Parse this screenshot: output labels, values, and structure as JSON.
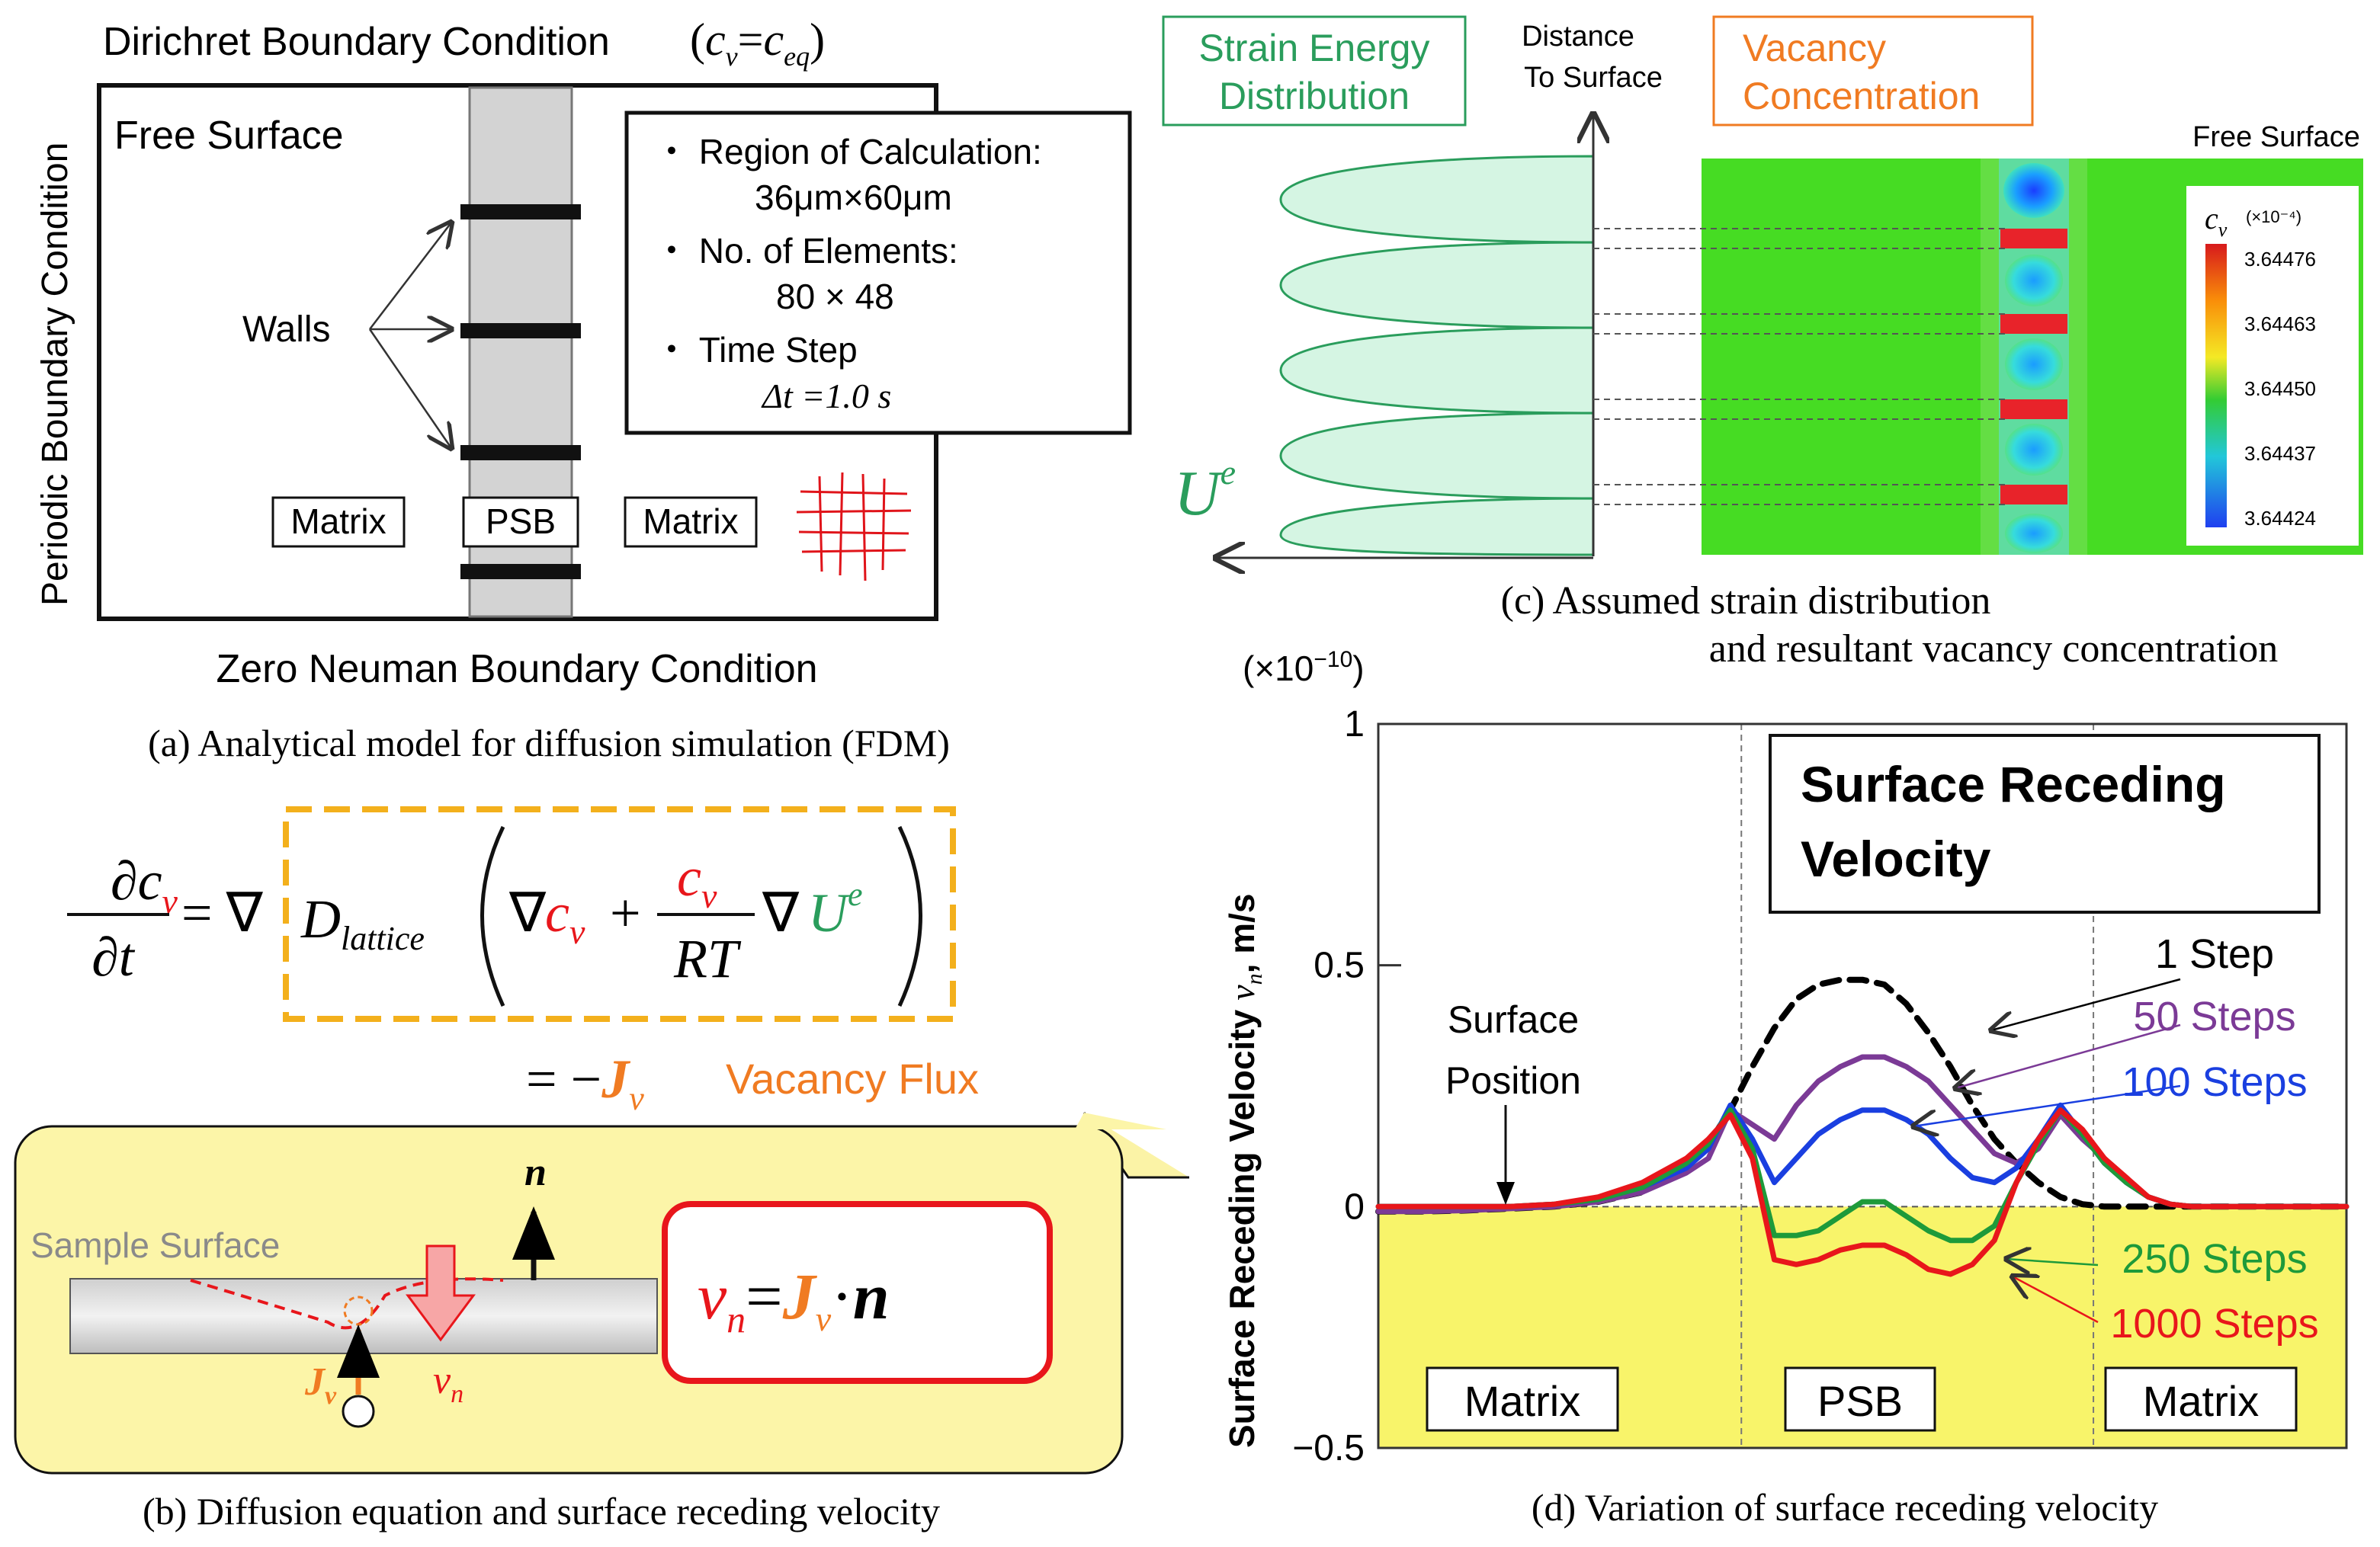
{
  "panel_a": {
    "top_label": "Dirichret Boundary Condition",
    "top_eq_cv": "c",
    "top_eq_cv_sub": "v",
    "top_eq_eq": "=",
    "top_eq_ceq": "c",
    "top_eq_ceq_sub": "eq",
    "left_label": "Periodic Boundary Condition",
    "bottom_label": "Zero Neuman Boundary Condition",
    "free_surface": "Free Surface",
    "walls": "Walls",
    "matrix_left": "Matrix",
    "psb": "PSB",
    "matrix_right": "Matrix",
    "info": [
      "・ Region of Calculation:",
      "36μm×60μm",
      "・ No. of Elements:",
      "80 × 48",
      "・ Time Step",
      "Δt =1.0 s"
    ],
    "caption": "(a) Analytical model for diffusion simulation (FDM)"
  },
  "panel_b": {
    "eq_lhs_num": "∂c",
    "eq_lhs_num_sub": "v",
    "eq_lhs_den": "∂t",
    "eq_equals": "= ∇",
    "eq_d": "D",
    "eq_d_sub": "lattice",
    "eq_grad": "∇",
    "eq_cv": "c",
    "eq_cv_sub": "v",
    "eq_plus": "+",
    "eq_frac_num": "c",
    "eq_frac_num_sub": "v",
    "eq_frac_den": "RT",
    "eq_grad2": "∇",
    "eq_ue": "U",
    "eq_ue_sup": "e",
    "eq_flux_lhs": "= −",
    "eq_flux_j": "J",
    "eq_flux_j_sub": "v",
    "vacancy_flux": "Vacancy Flux",
    "n_label": "n",
    "sample_surface": "Sample Surface",
    "jv_label": "J",
    "jv_sub": "v",
    "vn_label": "v",
    "vn_sub": "n",
    "box_vn": "v",
    "box_vn_sub": "n",
    "box_eq": "=",
    "box_j": "J",
    "box_j_sub": "v",
    "box_dot": "·",
    "box_n": "n",
    "caption": "(b) Diffusion equation and surface receding velocity"
  },
  "panel_c": {
    "strain_energy": [
      "Strain Energy",
      "Distribution"
    ],
    "distance": [
      "Distance",
      "To Surface"
    ],
    "vacancy": [
      "Vacancy",
      "Concentration"
    ],
    "free_surface": "Free Surface",
    "ue": "U",
    "ue_sup": "e",
    "colorbar_title": "c",
    "colorbar_title_sub": "v",
    "colorbar_unit": "(×10⁻⁴)",
    "colorbar_ticks": [
      "3.64476",
      "3.64463",
      "3.64450",
      "3.64437",
      "3.64424"
    ],
    "colors": {
      "strain_fill": "#d5f5e3",
      "strain_line": "#2a9d5c",
      "field": "#44dd22",
      "label_green": "#2a9d5c",
      "label_orange": "#f07b22"
    },
    "caption": [
      "(c) Assumed strain distribution",
      "and resultant vacancy concentration"
    ]
  },
  "panel_d": {
    "multiplier": "(×10",
    "multiplier_exp": "−10",
    "multiplier_close": ")",
    "ylabel": "Surface Receding Velocity",
    "ylabel_v": "v",
    "ylabel_sub": "n",
    "ylabel_unit": ", m/s",
    "title": [
      "Surface Receding",
      "Velocity"
    ],
    "surface_position": [
      "Surface",
      "Position"
    ],
    "regions": [
      "Matrix",
      "PSB",
      "Matrix"
    ],
    "caption": "(d) Variation of surface receding velocity"
  },
  "chart_data": {
    "type": "line",
    "ylim": [
      -0.5,
      1
    ],
    "yticks": [
      "1",
      "0.5",
      "0",
      "−0.5"
    ],
    "region_boundaries": [
      16.5,
      32.5
    ],
    "xlim": [
      0,
      44
    ],
    "x": [
      0,
      2,
      4,
      6,
      8,
      10,
      12,
      14,
      15,
      16,
      17,
      18,
      19,
      20,
      21,
      22,
      23,
      24,
      25,
      26,
      27,
      28,
      29,
      30,
      31,
      32,
      33,
      34,
      35,
      36,
      37,
      38,
      40,
      42,
      44
    ],
    "series": [
      {
        "name": "1 Step",
        "color": "#000000",
        "dash": true,
        "values": [
          -0.01,
          -0.01,
          -0.008,
          -0.004,
          0.0,
          0.01,
          0.03,
          0.08,
          0.13,
          0.2,
          0.29,
          0.37,
          0.43,
          0.46,
          0.47,
          0.47,
          0.46,
          0.42,
          0.36,
          0.29,
          0.21,
          0.14,
          0.09,
          0.05,
          0.02,
          0.005,
          0.0,
          0.0,
          0.0,
          0.0,
          0.0,
          0.0,
          0.0,
          0.0,
          0.0
        ]
      },
      {
        "name": "50 Steps",
        "color": "#7b3a96",
        "dash": false,
        "values": [
          -0.01,
          -0.01,
          -0.008,
          -0.004,
          0.0,
          0.01,
          0.03,
          0.07,
          0.1,
          0.2,
          0.17,
          0.14,
          0.21,
          0.26,
          0.29,
          0.31,
          0.31,
          0.29,
          0.26,
          0.21,
          0.16,
          0.11,
          0.09,
          0.12,
          0.19,
          0.14,
          0.1,
          0.05,
          0.02,
          0.005,
          0.0,
          0.0,
          0.0,
          0.0,
          0.0
        ]
      },
      {
        "name": "100 Steps",
        "color": "#1a3fe0",
        "dash": false,
        "values": [
          0.0,
          0.0,
          0.0,
          0.0,
          0.005,
          0.015,
          0.04,
          0.08,
          0.12,
          0.21,
          0.14,
          0.05,
          0.1,
          0.15,
          0.18,
          0.2,
          0.2,
          0.18,
          0.15,
          0.1,
          0.06,
          0.05,
          0.08,
          0.14,
          0.21,
          0.15,
          0.09,
          0.05,
          0.02,
          0.005,
          0.0,
          0.0,
          0.0,
          0.0,
          0.0
        ]
      },
      {
        "name": "250 Steps",
        "color": "#1e9a3a",
        "dash": false,
        "values": [
          0.0,
          0.0,
          0.0,
          0.0,
          0.005,
          0.015,
          0.04,
          0.09,
          0.13,
          0.2,
          0.12,
          -0.06,
          -0.06,
          -0.05,
          -0.02,
          0.01,
          0.01,
          -0.02,
          -0.05,
          -0.07,
          -0.07,
          -0.04,
          0.05,
          0.13,
          0.2,
          0.15,
          0.09,
          0.05,
          0.02,
          0.005,
          0.0,
          0.0,
          0.0,
          0.0,
          0.0
        ]
      },
      {
        "name": "1000 Steps",
        "color": "#e8161b",
        "dash": false,
        "values": [
          0.0,
          0.0,
          0.0,
          0.0,
          0.005,
          0.02,
          0.05,
          0.1,
          0.14,
          0.19,
          0.1,
          -0.11,
          -0.12,
          -0.11,
          -0.09,
          -0.08,
          -0.08,
          -0.1,
          -0.13,
          -0.14,
          -0.12,
          -0.07,
          0.05,
          0.14,
          0.2,
          0.16,
          0.1,
          0.06,
          0.02,
          0.005,
          0.0,
          0.0,
          0.0,
          0.0,
          0.0
        ]
      }
    ],
    "ylabel": "Surface Receding Velocity vn, m/s",
    "title": "Surface Receding Velocity",
    "legend_placement": "right, inline with arrows",
    "grid": false
  }
}
